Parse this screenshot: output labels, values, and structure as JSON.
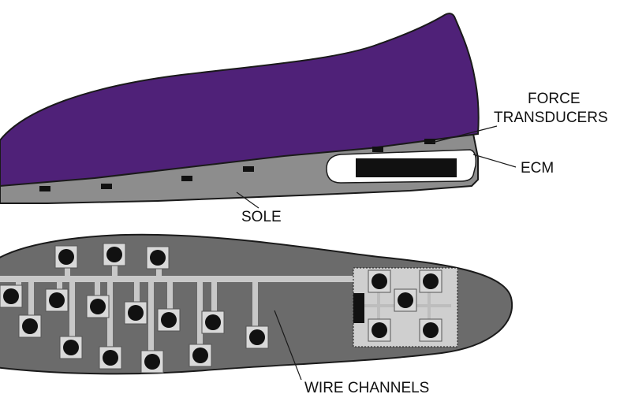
{
  "labels": {
    "force_transducers_line1": "FORCE",
    "force_transducers_line2": "TRANSDUCERS",
    "ecm": "ECM",
    "sole": "SOLE",
    "wire_channels": "WIRE CHANNELS"
  },
  "colors": {
    "upper": "#4f2178",
    "sole": "#8d8d8d",
    "insole": "#6b6b6b",
    "channel": "#c8c8c8",
    "sensor_pad": "#d9d9d9",
    "sensor_dot": "#111111",
    "ecm_box": "#111111",
    "outline": "#1a1a1a"
  }
}
